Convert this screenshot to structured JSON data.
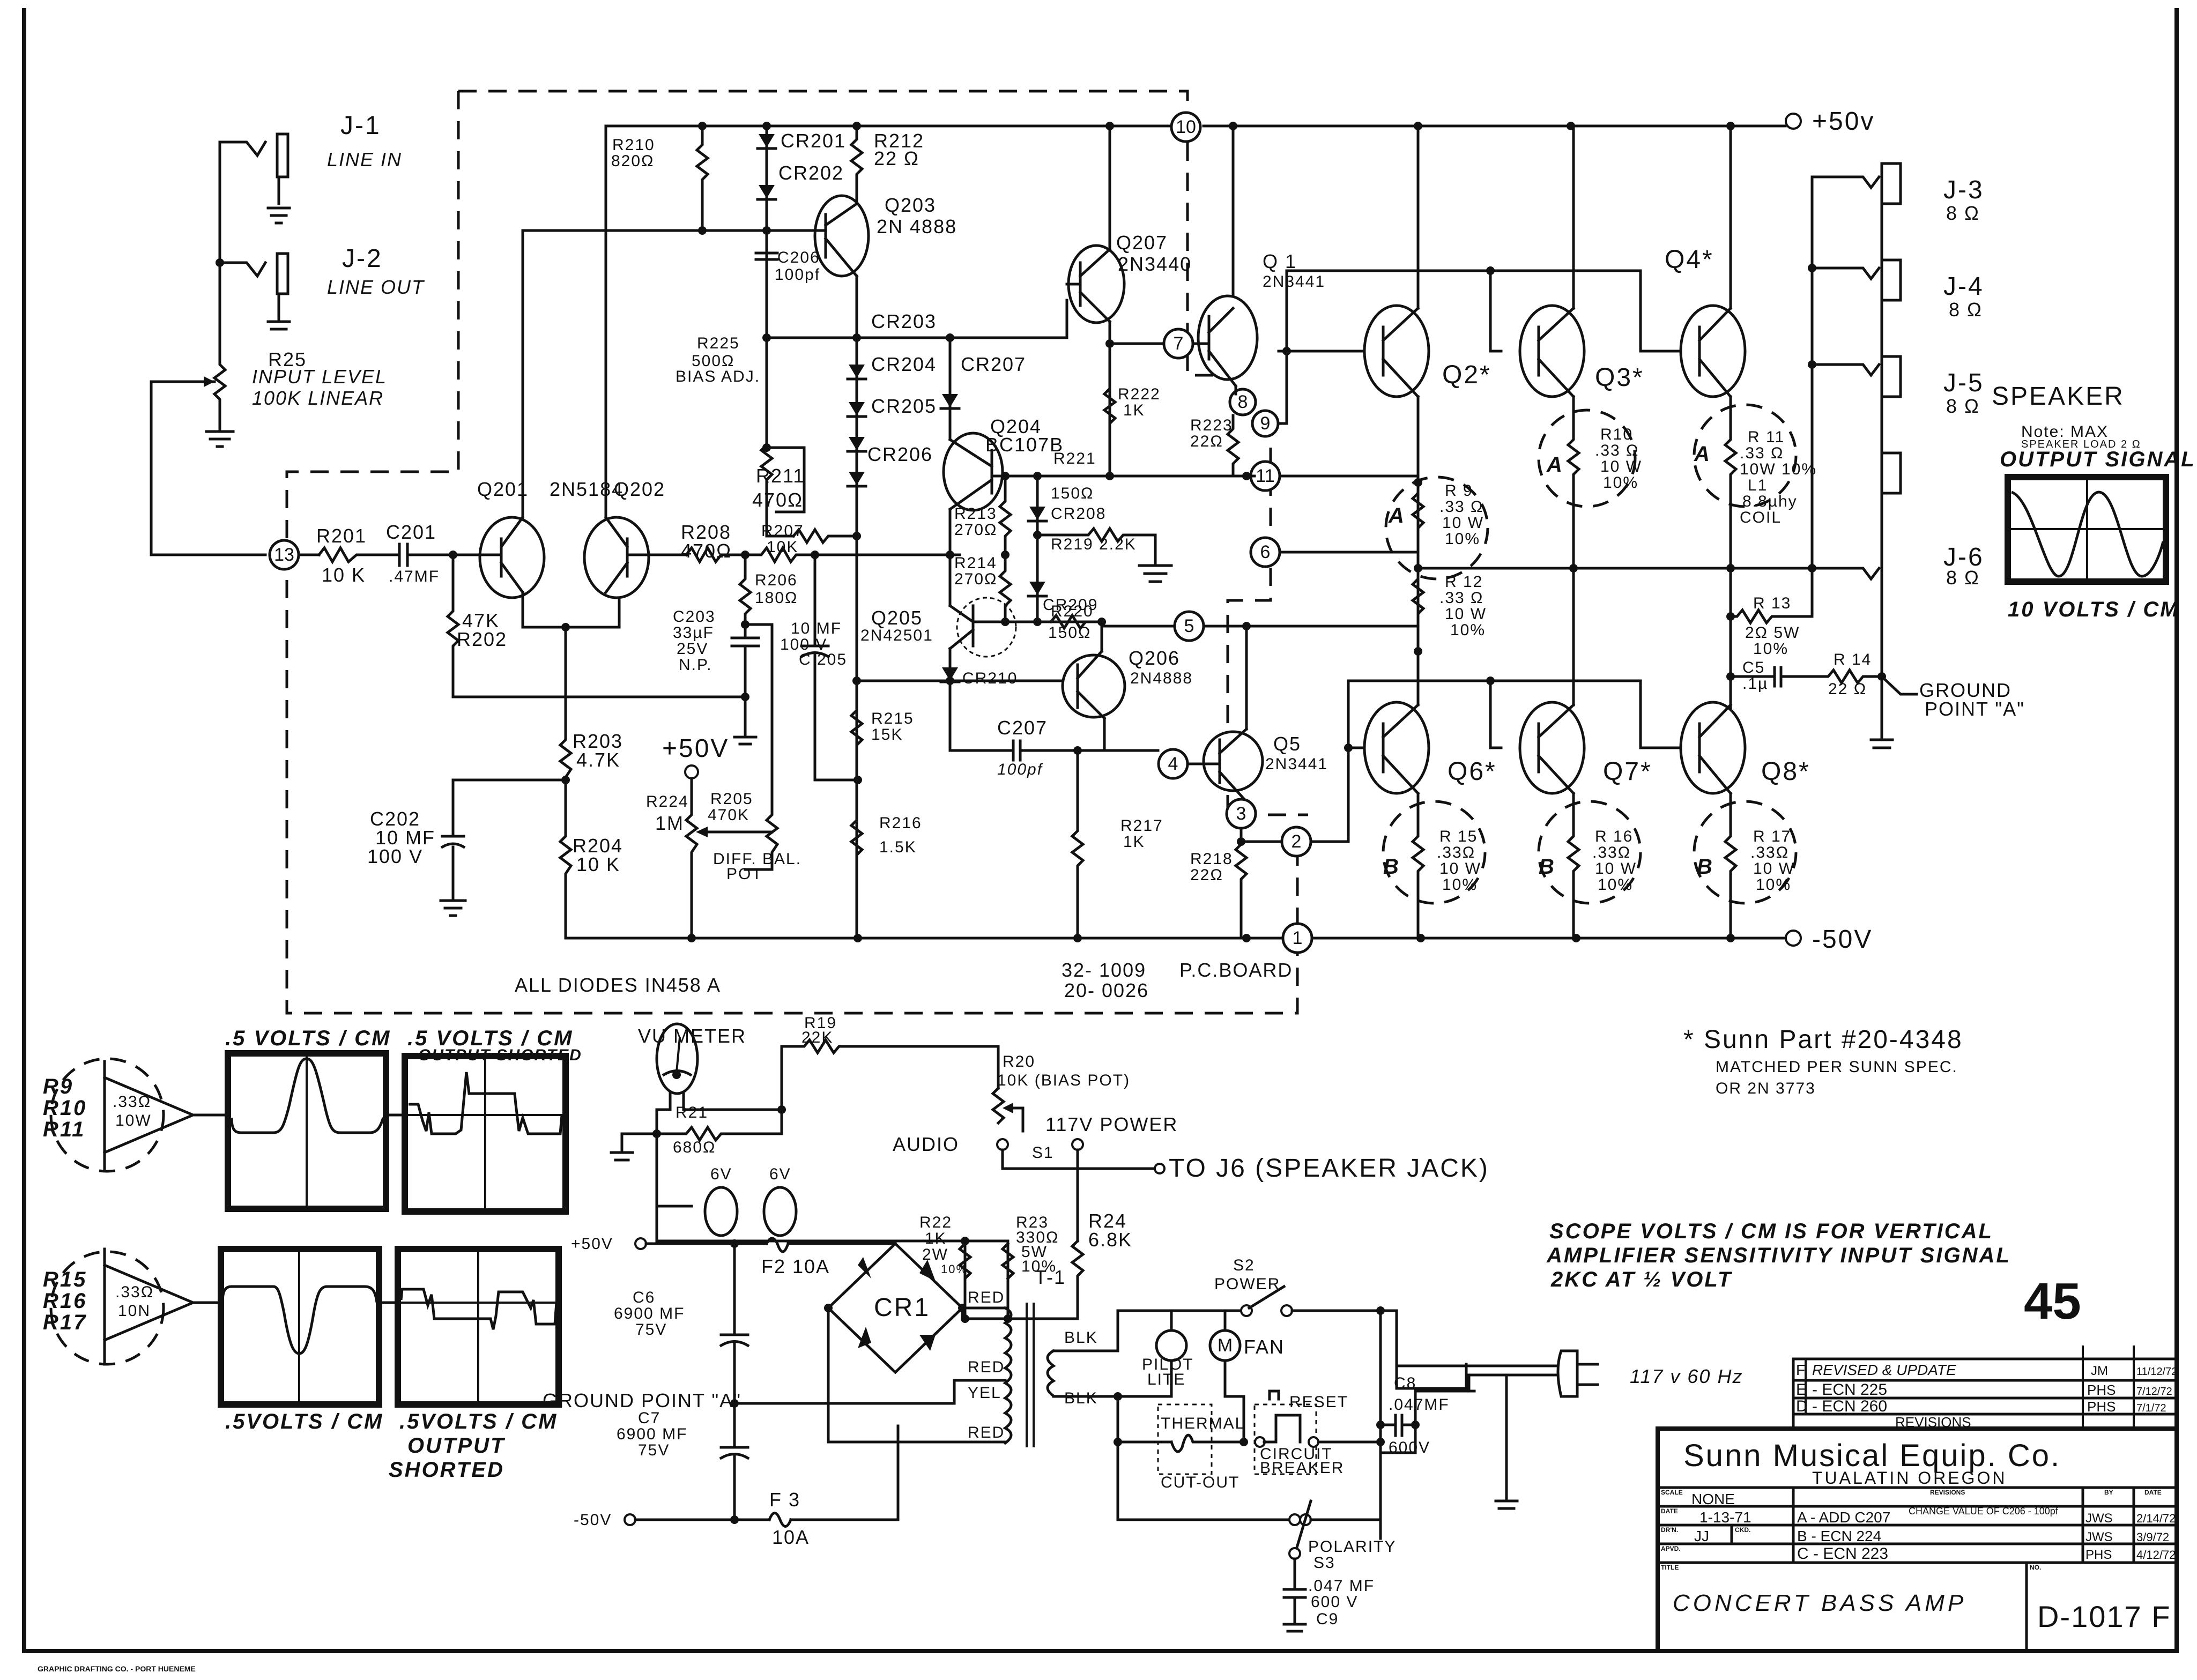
{
  "page_number": "45",
  "rails": {
    "pos": "+50v",
    "neg": "-50V",
    "pos_small": "+50V",
    "neg_small": "-50V"
  },
  "jacks": {
    "j1": {
      "name": "J-1",
      "desc": "LINE IN"
    },
    "j2": {
      "name": "J-2",
      "desc": "LINE OUT"
    },
    "j3": {
      "name": "J-3",
      "desc": "8 Ω"
    },
    "j4": {
      "name": "J-4",
      "desc": "8 Ω"
    },
    "j5": {
      "name": "J-5",
      "desc": "8 Ω"
    },
    "j6": {
      "name": "J-6",
      "desc": "8 Ω"
    }
  },
  "input_pot": {
    "ref": "R25",
    "line1": "INPUT LEVEL",
    "line2": "100K LINEAR"
  },
  "nodes": [
    "1",
    "2",
    "3",
    "4",
    "5",
    "6",
    "7",
    "8",
    "9",
    "10",
    "11",
    "13"
  ],
  "components": {
    "R201": [
      "R201",
      "10 K"
    ],
    "C201": [
      "C201",
      ".47MF"
    ],
    "R202": [
      "47K",
      "R202"
    ],
    "Q201": [
      "Q201"
    ],
    "Q202": [
      "2N5184",
      "Q202"
    ],
    "R203": [
      "R203",
      "4.7K"
    ],
    "R204": [
      "R204",
      "10 K"
    ],
    "C202": [
      "C202",
      "10 MF",
      "100 V"
    ],
    "R205": [
      "R205",
      "470K"
    ],
    "R224": [
      "R224",
      "1M",
      "DIFF. BAL.",
      "POT"
    ],
    "R208": [
      "R208",
      "470Ω"
    ],
    "R207": [
      "R207",
      "10K"
    ],
    "R206": [
      "R206",
      "180Ω"
    ],
    "C203": [
      "C203",
      "33µF",
      "25V",
      "N.P."
    ],
    "C205": [
      "10 MF",
      "100 V",
      "C 205"
    ],
    "R210": [
      "R210",
      "820Ω"
    ],
    "CR201": [
      "CR201"
    ],
    "CR202": [
      "CR202"
    ],
    "R212": [
      "R212",
      "22 Ω"
    ],
    "Q203": [
      "Q203",
      "2N 4888"
    ],
    "C206": [
      "C206",
      "100pf"
    ],
    "R225": [
      "R225",
      "500Ω",
      "BIAS ADJ."
    ],
    "CR203": [
      "CR203"
    ],
    "CR204": [
      "CR204"
    ],
    "CR205": [
      "CR205"
    ],
    "CR206": [
      "CR206"
    ],
    "CR207": [
      "CR207"
    ],
    "R211": [
      "R211",
      "470Ω"
    ],
    "Q204": [
      "Q204",
      "BC107B"
    ],
    "R213": [
      "R213",
      "270Ω"
    ],
    "R214": [
      "R214",
      "270Ω"
    ],
    "Q205": [
      "Q205",
      "2N42501"
    ],
    "CR208": [
      "CR208"
    ],
    "R219": [
      "R219  2.2K"
    ],
    "CR209": [
      "CR209"
    ],
    "R220": [
      "R220",
      "150Ω"
    ],
    "R221": [
      "R221",
      "150Ω"
    ],
    "CR210": [
      "CR210"
    ],
    "Q206": [
      "Q206",
      "2N4888"
    ],
    "C207": [
      "C207",
      "100pf"
    ],
    "R215": [
      "R215",
      "15K"
    ],
    "R216": [
      "R216",
      "1.5K"
    ],
    "R217": [
      "R217",
      "1K"
    ],
    "R218": [
      "R218",
      "22Ω"
    ],
    "Q207": [
      "Q207",
      "2N3440"
    ],
    "R222": [
      "R222",
      "1K"
    ],
    "R223": [
      "R223",
      "22Ω"
    ],
    "Q1": [
      "Q 1",
      "2N3441"
    ],
    "Q5": [
      "Q5",
      "2N3441"
    ],
    "Q2": [
      "Q2*"
    ],
    "Q3": [
      "Q3*"
    ],
    "Q4": [
      "Q4*"
    ],
    "Q6": [
      "Q6*"
    ],
    "Q7": [
      "Q7*"
    ],
    "Q8": [
      "Q8*"
    ],
    "R9": [
      "R 9",
      ".33 Ω",
      "10 W",
      "10%"
    ],
    "R10": [
      "R10",
      ".33 Ω",
      "10 W",
      "10%"
    ],
    "R11": [
      "R 11",
      ".33 Ω",
      "10W 10%"
    ],
    "L1": [
      "L1",
      "8.8µhy",
      "COIL"
    ],
    "R12": [
      "R 12",
      ".33 Ω",
      "10 W",
      "10%"
    ],
    "R13": [
      "R 13",
      "2Ω 5W",
      "10%"
    ],
    "C5": [
      "C5",
      ".1µ"
    ],
    "R14": [
      "R 14",
      "22 Ω"
    ],
    "R15": [
      "R 15",
      ".33Ω",
      "10 W",
      "10%"
    ],
    "R16": [
      "R 16",
      ".33Ω",
      "10 W",
      "10%"
    ],
    "R17": [
      "R 17",
      ".33Ω",
      "10 W",
      "10%"
    ]
  },
  "labels": {
    "ground_point_a": [
      "GROUND",
      "POINT \"A\""
    ],
    "all_diodes": "ALL DIODES IN458 A",
    "pcb_number": [
      "32- 1009",
      "20- 0026"
    ],
    "pcb_board": "P.C.BOARD",
    "loop_a": "A",
    "loop_b": "B"
  },
  "speaker": {
    "title": "SPEAKER",
    "note": [
      "Note: MAX",
      "SPEAKER LOAD 2 Ω"
    ],
    "scope_title": "OUTPUT SIGNAL",
    "scope_scale": "10 VOLTS / CM"
  },
  "footnote": {
    "line1": "* Sunn Part #20-4348",
    "line2": "MATCHED PER SUNN SPEC.",
    "line3": "OR  2N 3773"
  },
  "scopes": {
    "a_group": [
      "R9",
      "R10",
      "R11"
    ],
    "a_res": [
      ".33Ω",
      "10W"
    ],
    "b_group": [
      "R15",
      "R16",
      "R17"
    ],
    "b_res": [
      ".33Ω",
      "10N"
    ],
    "s1_title": ".5 VOLTS / CM",
    "s2_title": [
      ".5 VOLTS / CM",
      "OUTPUT SHORTED"
    ],
    "s3_title": ".5VOLTS / CM",
    "s4_title": [
      ".5VOLTS / CM",
      "OUTPUT",
      "SHORTED"
    ]
  },
  "meter": {
    "vu": "VU METER",
    "r19": [
      "R19",
      "22K"
    ],
    "r20": [
      "R20",
      "10K (BIAS POT)"
    ],
    "r21": [
      "R21",
      "680Ω"
    ],
    "lamps": [
      "6V",
      "6V"
    ],
    "s1": "S1",
    "audio": "AUDIO",
    "power_117": "117V POWER",
    "to_j6": "TO J6 (SPEAKER JACK)",
    "r22": [
      "R22",
      "1K",
      "2W",
      "10%"
    ],
    "r23": [
      "R23",
      "330Ω",
      "5W",
      "10%"
    ],
    "r24": [
      "R24",
      "6.8K"
    ]
  },
  "psu": {
    "f2": "F2  10A",
    "c6": [
      "C6",
      "6900 MF",
      "75V"
    ],
    "c7": [
      "C7",
      "6900 MF",
      "75V"
    ],
    "cr1": "CR1",
    "t1": "T-1",
    "ground_point": "GROUND POINT \"A\"",
    "f3": [
      "F 3",
      "10A"
    ],
    "wires": [
      "RED",
      "RED",
      "YEL",
      "RED",
      "BLK",
      "BLK"
    ],
    "s2": [
      "S2",
      "POWER"
    ],
    "pilot": [
      "PILOT",
      "LITE"
    ],
    "fan": "FAN",
    "motor": "M",
    "reset": "RESET",
    "thermal": [
      "THERMAL",
      "CUT-OUT"
    ],
    "breaker": [
      "CIRCUIT",
      "BREAKER"
    ],
    "c8": [
      "C8",
      ".047MF",
      "600V"
    ],
    "polarity": [
      "POLARITY",
      "S3"
    ],
    "c9": [
      ".047 MF",
      "600 V",
      "C9"
    ],
    "mains": "117 v 60 Hz"
  },
  "scope_note": [
    "SCOPE VOLTS / CM  IS FOR VERTICAL",
    "AMPLIFIER SENSITIVITY INPUT SIGNAL",
    "2KC AT ½ VOLT"
  ],
  "revisions_top": {
    "heading": "REVISIONS",
    "rows": [
      {
        "letter": "F",
        "desc": "REVISED & UPDATE",
        "by": "JM",
        "date": "11/12/72"
      },
      {
        "letter": "E",
        "desc": "- ECN 225",
        "by": "PHS",
        "date": "7/12/72"
      },
      {
        "letter": "D",
        "desc": "- ECN 260",
        "by": "PHS",
        "date": "7/1/72"
      }
    ]
  },
  "title_block": {
    "company": "Sunn Musical Equip. Co.",
    "location": "TUALATIN   OREGON",
    "scale_label": "SCALE",
    "scale": "NONE",
    "date_label": "DATE",
    "date": "1-13-71",
    "drawn_label": "DR'N.",
    "drawn": "JJ",
    "checked_label": "CKD.",
    "approved_label": "APVD.",
    "revisions_label": "REVISIONS",
    "by_label": "BY",
    "date_col_label": "DATE",
    "revisions": [
      {
        "desc": "A - ADD C207",
        "note": "CHANGE VALUE OF C206 - 100pf",
        "by": "JWS",
        "date": "2/14/72"
      },
      {
        "desc": "B - ECN 224",
        "note": "",
        "by": "JWS",
        "date": "3/9/72"
      },
      {
        "desc": "C - ECN 223",
        "note": "",
        "by": "PHS",
        "date": "4/12/72"
      }
    ],
    "title_label": "TITLE",
    "title": "CONCERT  BASS AMP",
    "no_label": "NO.",
    "number": "D-1017 F"
  },
  "printer_mark": "GRAPHIC DRAFTING CO. - PORT HUENEME"
}
